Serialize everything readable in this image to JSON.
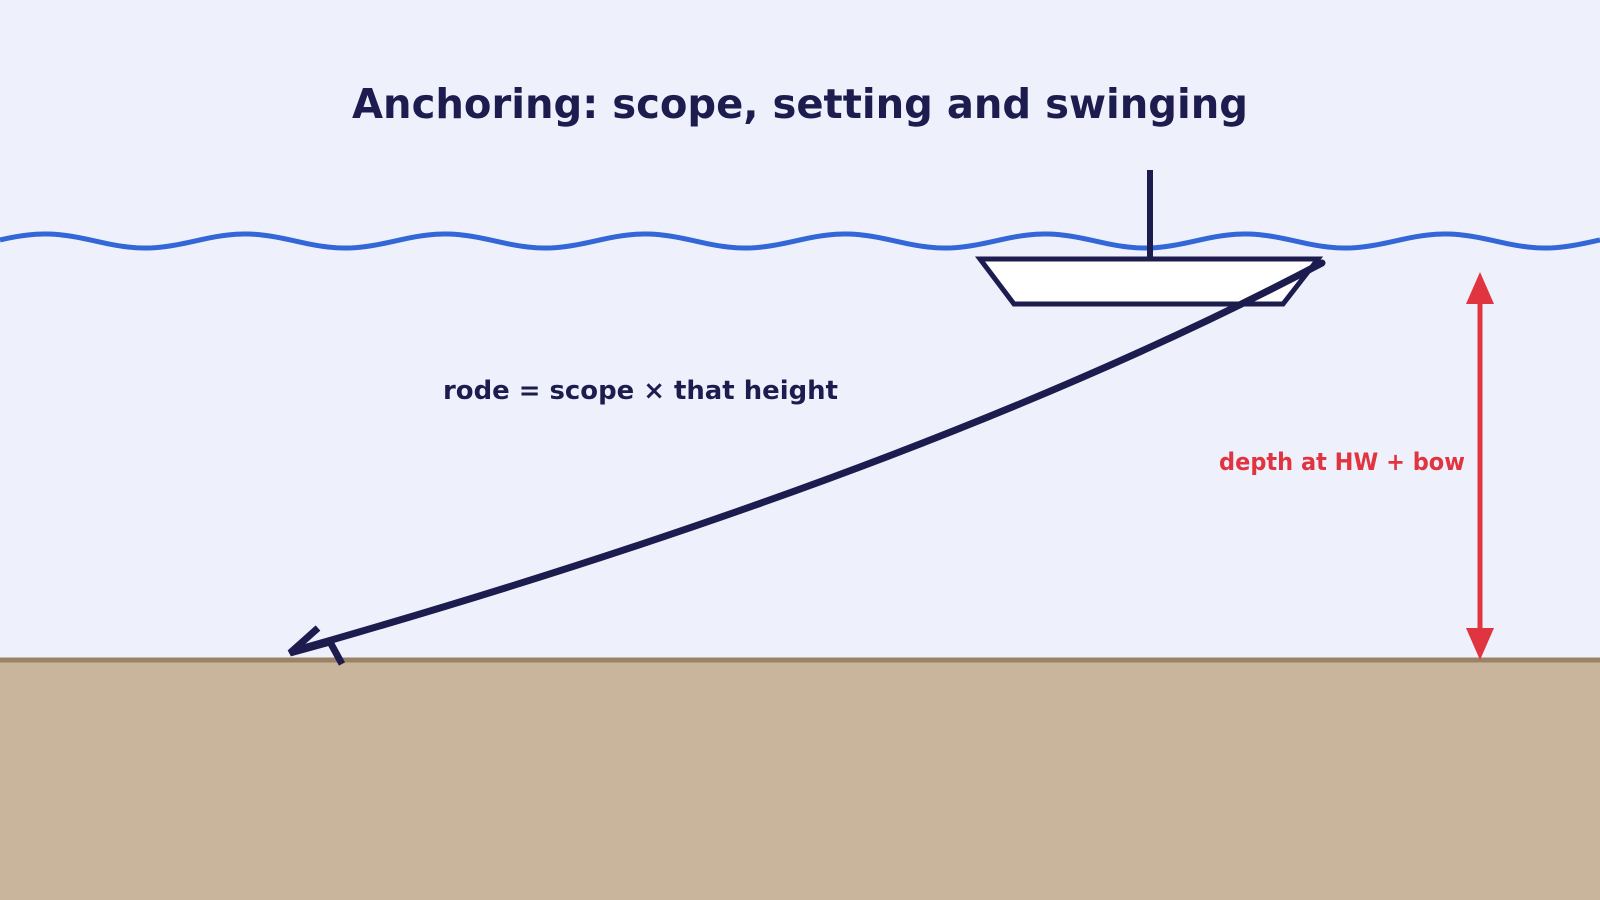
{
  "diagram": {
    "title": "Anchoring: scope, setting and swinging",
    "rode_label": "rode = scope × that height",
    "depth_label": "depth at HW + bow",
    "icons": {
      "boat": "boat-icon",
      "anchor": "anchor-icon"
    }
  },
  "colors": {
    "background": "#eef1fb",
    "water_surface": "#3366d6",
    "seabed_fill": "#c9b59b",
    "seabed_line": "#9a8364",
    "rode": "#1c1c4e",
    "boat_outline": "#1c1c4e",
    "boat_fill": "#ffffff",
    "depth_arrow": "#e03440",
    "title": "#1c1c4e"
  }
}
